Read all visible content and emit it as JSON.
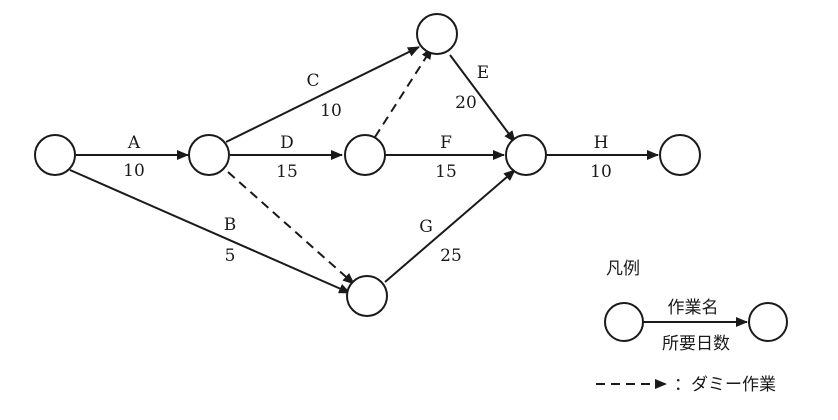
{
  "activities": [
    {
      "name": "A",
      "days": "10"
    },
    {
      "name": "B",
      "days": "5"
    },
    {
      "name": "C",
      "days": "10"
    },
    {
      "name": "D",
      "days": "15"
    },
    {
      "name": "E",
      "days": "20"
    },
    {
      "name": "F",
      "days": "15"
    },
    {
      "name": "G",
      "days": "25"
    },
    {
      "name": "H",
      "days": "10"
    }
  ],
  "legend": {
    "title": "凡例",
    "activity_name": "作業名",
    "duration": "所要日数",
    "dummy_label": "：ダミー作業"
  }
}
